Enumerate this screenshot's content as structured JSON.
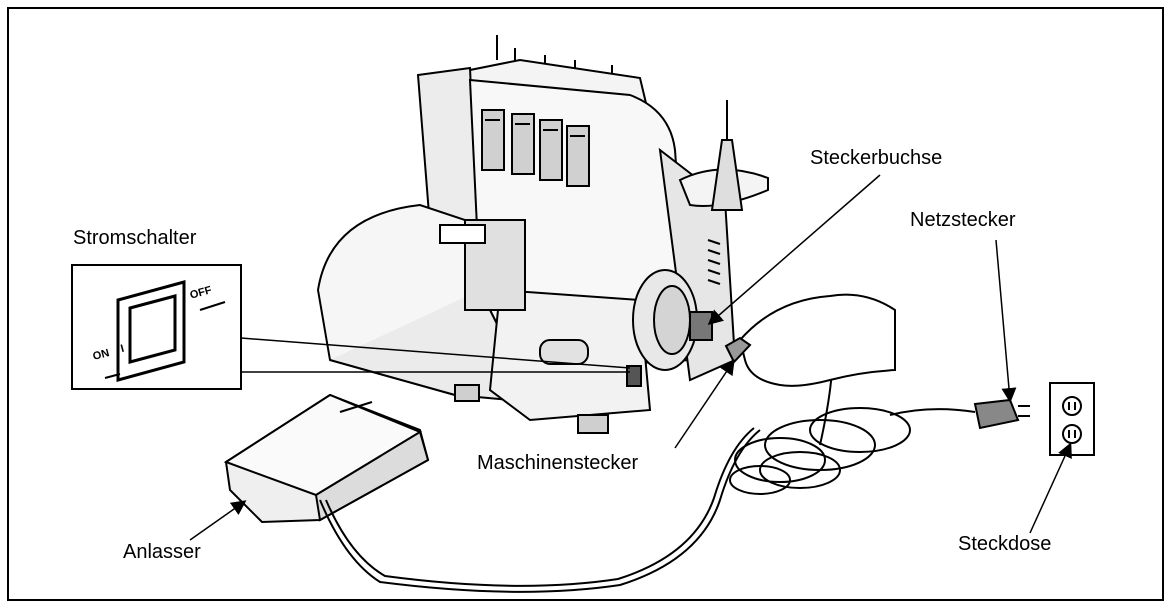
{
  "labels": {
    "steckerbuchse": "Steckerbuchse",
    "netzstecker": "Netzstecker",
    "stromschalter": "Stromschalter",
    "maschinenstecker": "Maschinenstecker",
    "anlasser": "Anlasser",
    "steckdose": "Steckdose"
  },
  "switch_inset": {
    "on_text": "ON",
    "off_text": "OFF",
    "position_text": "I"
  },
  "colors": {
    "line": "#000000",
    "background": "#ffffff",
    "shade": "#d9d9d9"
  }
}
